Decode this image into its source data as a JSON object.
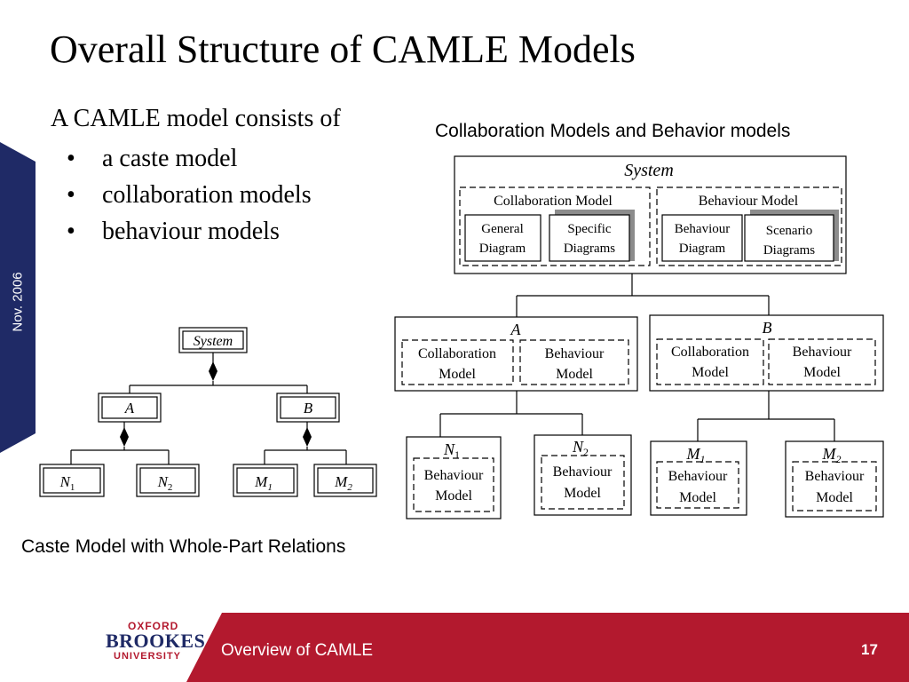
{
  "slide": {
    "title": "Overall Structure of CAMLE Models",
    "side_date": "Nov. 2006",
    "intro": "A CAMLE model consists of",
    "bullets": [
      "a caste model",
      "collaboration models",
      "behaviour models"
    ],
    "caption_right": "Collaboration Models and Behavior models",
    "caption_left": "Caste Model with Whole-Part Relations"
  },
  "caste_diagram": {
    "root": "System",
    "children": [
      {
        "name": "A",
        "parts": [
          {
            "base": "N",
            "sub": "1"
          },
          {
            "base": "N",
            "sub": "2"
          }
        ]
      },
      {
        "name": "B",
        "parts": [
          {
            "base": "M",
            "sub": "1"
          },
          {
            "base": "M",
            "sub": "2"
          }
        ]
      }
    ]
  },
  "collab_diagram": {
    "system": {
      "name": "System",
      "collaboration_model": "Collaboration Model",
      "behaviour_model": "Behaviour Model",
      "general": [
        "General",
        "Diagram"
      ],
      "specific": [
        "Specific",
        "Diagrams"
      ],
      "behaviour_diagram": [
        "Behaviour",
        "Diagram"
      ],
      "scenario": [
        "Scenario",
        "Diagrams"
      ]
    },
    "level2": [
      {
        "name": "A",
        "collab": [
          "Collaboration",
          "Model"
        ],
        "behav": [
          "Behaviour",
          "Model"
        ]
      },
      {
        "name": "B",
        "collab": [
          "Collaboration",
          "Model"
        ],
        "behav": [
          "Behaviour",
          "Model"
        ]
      }
    ],
    "level3": [
      {
        "base": "N",
        "sub": "1",
        "behav": [
          "Behaviour",
          "Model"
        ]
      },
      {
        "base": "N",
        "sub": "2",
        "behav": [
          "Behaviour",
          "Model"
        ]
      },
      {
        "base": "M",
        "sub": "1",
        "behav": [
          "Behaviour",
          "Model"
        ]
      },
      {
        "base": "M",
        "sub": "2",
        "behav": [
          "Behaviour",
          "Model"
        ]
      }
    ]
  },
  "footer": {
    "logo_line1": "OXFORD",
    "logo_line2": "BROOKES",
    "logo_line3": "UNIVERSITY",
    "title": "Overview of CAMLE",
    "page": "17"
  },
  "colors": {
    "navy": "#1f2a66",
    "crimson": "#b3192e"
  }
}
